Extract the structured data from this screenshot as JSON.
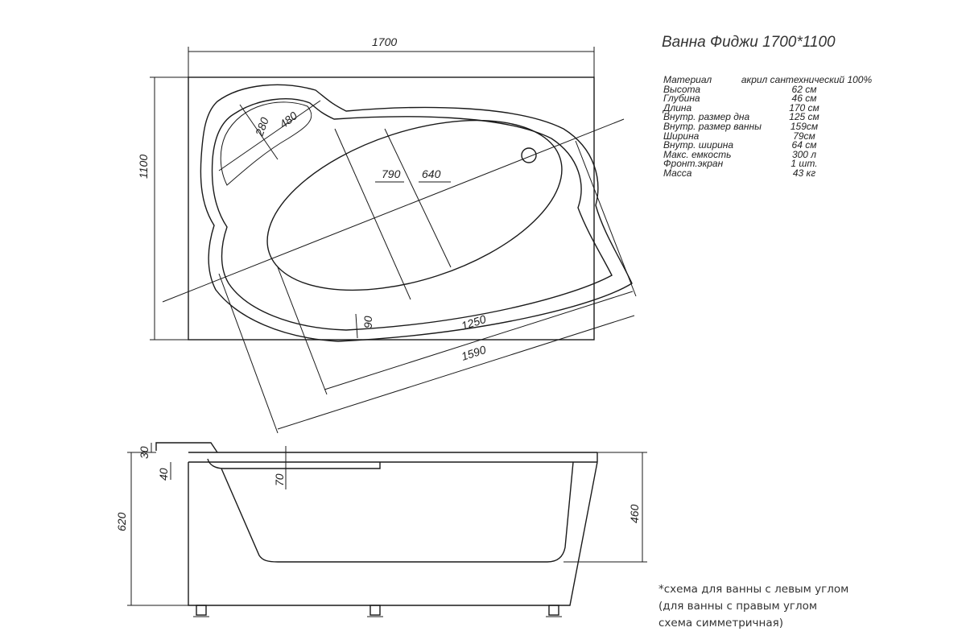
{
  "title": "Ванна Фиджи 1700*1100",
  "specs": [
    {
      "label": "Материал",
      "value": "акрил сантехнический 100%"
    },
    {
      "label": "Высота",
      "value": "62 см"
    },
    {
      "label": "Глубина",
      "value": "46 см"
    },
    {
      "label": "Длина",
      "value": "170 см"
    },
    {
      "label": "Внутр. размер дна",
      "value": "125 см"
    },
    {
      "label": "Внутр. размер ванны",
      "value": "159см"
    },
    {
      "label": "Ширина",
      "value": "79см"
    },
    {
      "label": "Внутр. ширина",
      "value": "64 см"
    },
    {
      "label": "Макс. емкость",
      "value": "300 л"
    },
    {
      "label": "Фронт.экран",
      "value": "1 шт."
    },
    {
      "label": "Масса",
      "value": "43 кг"
    }
  ],
  "top_view": {
    "overall_length": "1700",
    "overall_width": "1100",
    "seat_width": "280",
    "seat_length": "480",
    "width": "790",
    "inner_width": "640",
    "inner_bottom_length": "1250",
    "inner_length": "1590",
    "rim_offset": "90"
  },
  "side_view": {
    "rim_step": "30",
    "rim_height": "40",
    "seat_depth": "70",
    "total_height": "620",
    "depth": "460"
  },
  "note": [
    "*схема для ванны с левым углом",
    "(для ванны с правым углом",
    "схема симметричная)"
  ]
}
